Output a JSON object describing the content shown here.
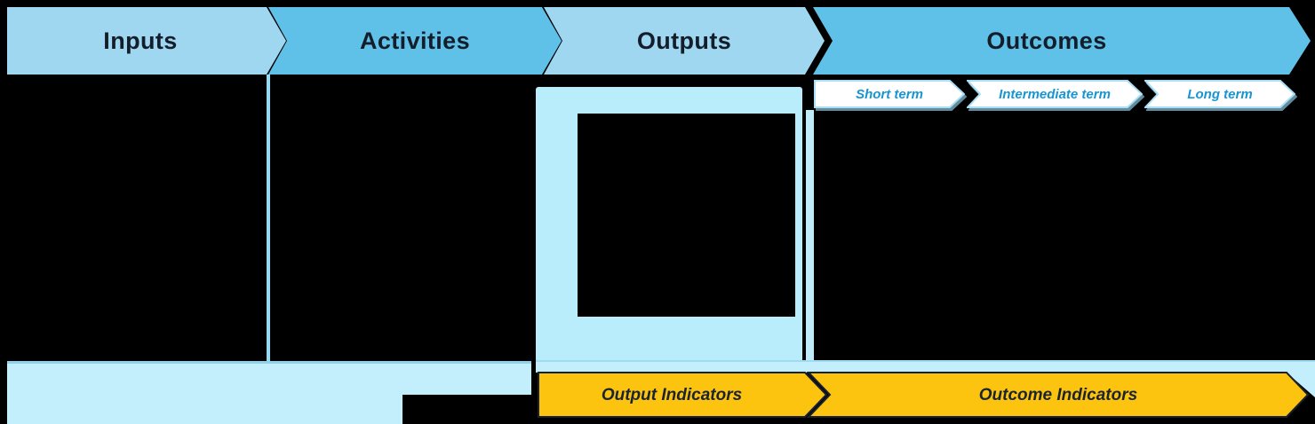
{
  "diagram": "logic-model",
  "colors": {
    "bg": "#000000",
    "banner-light": "#9fd7f0",
    "banner-dark": "#5fc0e8",
    "banner-text": "#141e2b",
    "panel": "#b9edfc",
    "panel2": "#c3eefb",
    "panel-edge": "#8fd2ea",
    "panel-edge2": "#9fdcf2",
    "divider": "#96daf3",
    "divider2": "#c0ecfa",
    "term-fill": "#ffffff",
    "term-border": "#a9def5",
    "term-text": "#1795d3",
    "yellow": "#fcc30f",
    "yellow-outline": "#1a212e",
    "yellow-text": "#1b2433"
  },
  "header": {
    "columns": [
      {
        "id": "inputs",
        "label": "Inputs"
      },
      {
        "id": "activities",
        "label": "Activities"
      },
      {
        "id": "outputs",
        "label": "Outputs"
      },
      {
        "id": "outcomes",
        "label": "Outcomes"
      }
    ]
  },
  "outcome_terms": [
    {
      "label": "Short term"
    },
    {
      "label": "Intermediate term"
    },
    {
      "label": "Long term"
    }
  ],
  "indicator_arrows": {
    "output": {
      "label": "Output Indicators"
    },
    "outcome": {
      "label": "Outcome Indicators"
    }
  }
}
